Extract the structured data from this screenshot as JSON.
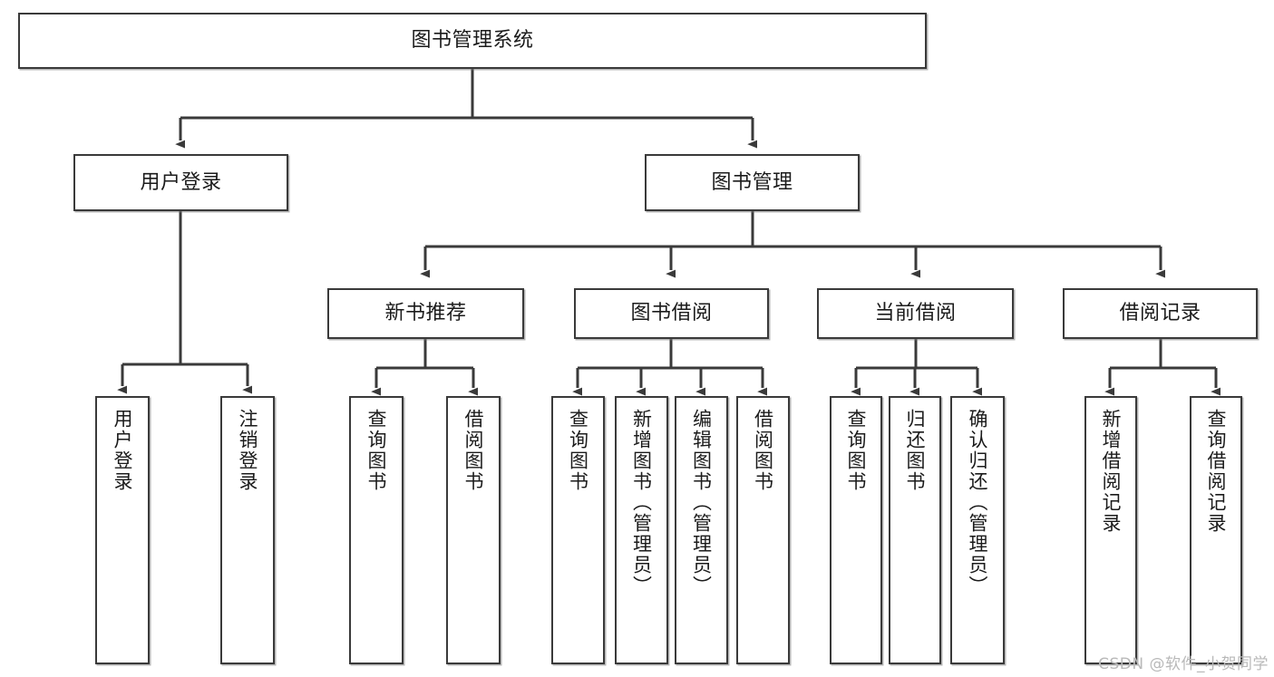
{
  "diagram": {
    "title": "图书管理系统",
    "watermark": "CSDN @软件_小贺同学",
    "colors": {
      "box_border": "#3a3a3a",
      "box_fill": "#ffffff",
      "edge": "#3a3a3a",
      "text": "#1b1b1b",
      "watermark": "#b9b9b9",
      "background": "#ffffff"
    },
    "levels": {
      "root": "图书管理系统",
      "level2": [
        "用户登录",
        "图书管理"
      ],
      "level3": [
        "新书推荐",
        "图书借阅",
        "当前借阅",
        "借阅记录"
      ]
    }
  },
  "nodes": {
    "root": {
      "label": "图书管理系统"
    },
    "user_login": {
      "label": "用户登录"
    },
    "book_manage": {
      "label": "图书管理"
    },
    "new_book_rec": {
      "label": "新书推荐"
    },
    "book_borrow": {
      "label": "图书借阅"
    },
    "current_borrow": {
      "label": "当前借阅"
    },
    "borrow_record": {
      "label": "借阅记录"
    },
    "leaf_user_login": {
      "label": "用户登录"
    },
    "leaf_logout": {
      "label": "注销登录"
    },
    "leaf_query_book_1": {
      "label": "查询图书"
    },
    "leaf_borrow_book_1": {
      "label": "借阅图书"
    },
    "leaf_query_book_2": {
      "label": "查询图书"
    },
    "leaf_add_book_admin": {
      "label": "新增图书（管理员）"
    },
    "leaf_edit_book_admin": {
      "label": "编辑图书（管理员）"
    },
    "leaf_borrow_book_2": {
      "label": "借阅图书"
    },
    "leaf_query_book_3": {
      "label": "查询图书"
    },
    "leaf_return_book": {
      "label": "归还图书"
    },
    "leaf_confirm_return_admin": {
      "label": "确认归还（管理员）"
    },
    "leaf_add_record": {
      "label": "新增借阅记录"
    },
    "leaf_query_record": {
      "label": "查询借阅记录"
    }
  },
  "edges": [
    {
      "from": "root",
      "to": "user_login"
    },
    {
      "from": "root",
      "to": "book_manage"
    },
    {
      "from": "book_manage",
      "to": "new_book_rec"
    },
    {
      "from": "book_manage",
      "to": "book_borrow"
    },
    {
      "from": "book_manage",
      "to": "current_borrow"
    },
    {
      "from": "book_manage",
      "to": "borrow_record"
    },
    {
      "from": "user_login",
      "to": "leaf_user_login"
    },
    {
      "from": "user_login",
      "to": "leaf_logout"
    },
    {
      "from": "new_book_rec",
      "to": "leaf_query_book_1"
    },
    {
      "from": "new_book_rec",
      "to": "leaf_borrow_book_1"
    },
    {
      "from": "book_borrow",
      "to": "leaf_query_book_2"
    },
    {
      "from": "book_borrow",
      "to": "leaf_add_book_admin"
    },
    {
      "from": "book_borrow",
      "to": "leaf_edit_book_admin"
    },
    {
      "from": "book_borrow",
      "to": "leaf_borrow_book_2"
    },
    {
      "from": "current_borrow",
      "to": "leaf_query_book_3"
    },
    {
      "from": "current_borrow",
      "to": "leaf_return_book"
    },
    {
      "from": "current_borrow",
      "to": "leaf_confirm_return_admin"
    },
    {
      "from": "borrow_record",
      "to": "leaf_add_record"
    },
    {
      "from": "borrow_record",
      "to": "leaf_query_record"
    }
  ]
}
